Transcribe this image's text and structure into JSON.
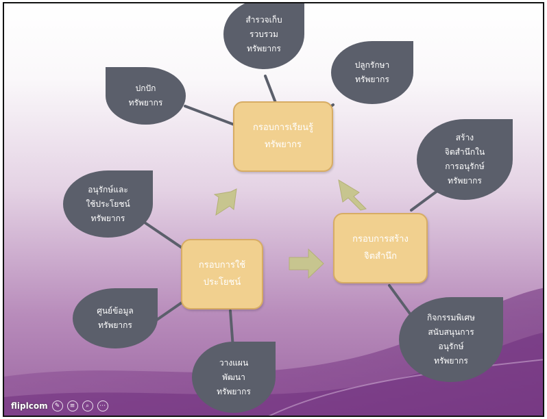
{
  "diagram": {
    "center_boxes": [
      {
        "id": "learning",
        "text": "กรอบการเรียนรู้\nทรัพยากร"
      },
      {
        "id": "usage",
        "text": "กรอบการใช้\nประโยชน์"
      },
      {
        "id": "awareness",
        "text": "กรอบการสร้าง\nจิตสำนึก"
      }
    ],
    "bubbles": [
      {
        "id": "plant",
        "text": "ปกปัก\nทรัพยากร"
      },
      {
        "id": "survey",
        "text": "สำรวจเก็บ\nรวบรวม\nทรัพยากร"
      },
      {
        "id": "preserve",
        "text": "ปลูกรักษา\nทรัพยากร"
      },
      {
        "id": "create-awareness",
        "text": "สร้าง\nจิตสำนึกใน\nการอนุรักษ์\nทรัพยากร"
      },
      {
        "id": "conserve-use",
        "text": "อนุรักษ์และ\nใช้ประโยชน์\nทรัพยากร"
      },
      {
        "id": "data-center",
        "text": "ศูนย์ข้อมูล\nทรัพยากร"
      },
      {
        "id": "plan-develop",
        "text": "วางแผน\nพัฒนา\nทรัพยากร"
      },
      {
        "id": "special-activities",
        "text": "กิจกรรมพิเศษ\nสนับสนุนการ\nอนุรักษ์\nทรัพยากร"
      }
    ],
    "colors": {
      "box_fill": "#f1d08f",
      "bubble_fill": "#5b5f6b",
      "arrow_fill": "#c7c58f",
      "connector": "#5b5f6b",
      "background_purple": "#7d3f8a"
    }
  },
  "toolbar": {
    "logo": "fliplcom",
    "icons": [
      "pencil-icon",
      "list-icon",
      "zoom-icon",
      "more-icon"
    ]
  }
}
